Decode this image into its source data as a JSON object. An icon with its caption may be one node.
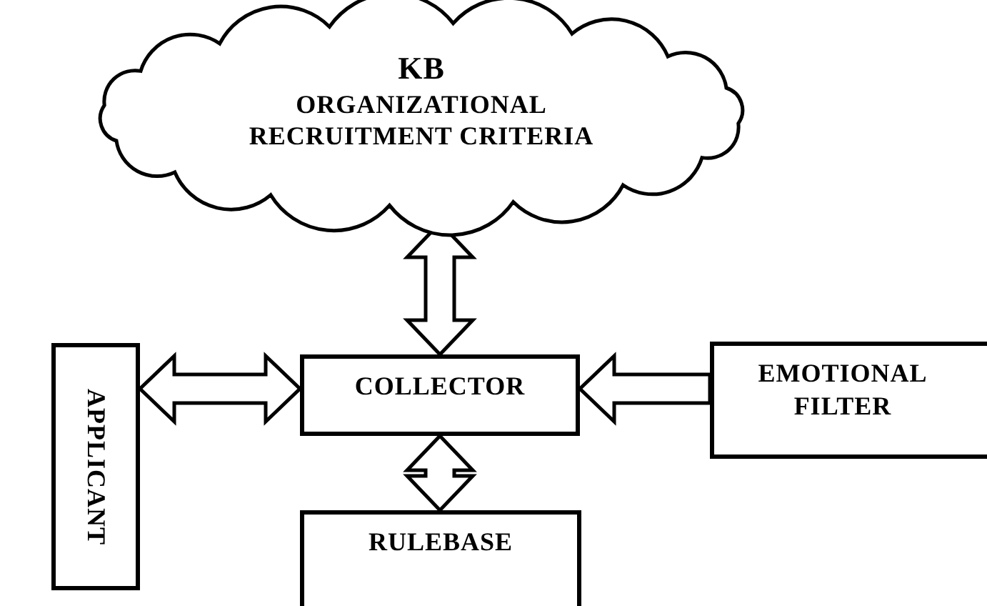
{
  "diagram": {
    "nodes": [
      {
        "text": [
          "KB",
          "ORGANIZATIONAL RECRUITMENT CRITERIA"
        ]
      },
      {
        "text": [
          "APPLICANT"
        ]
      },
      {
        "text": [
          "COLLECTOR"
        ]
      },
      {
        "text": [
          "EMOTIONAL FILTER"
        ]
      },
      {
        "text": [
          "RULEBASE"
        ]
      }
    ],
    "edges": [
      {
        "from": 2,
        "to": 0,
        "arrow": "both"
      },
      {
        "from": 1,
        "to": 2,
        "arrow": "both"
      },
      {
        "from": 3,
        "to": 2,
        "arrow": "to"
      },
      {
        "from": 2,
        "to": 4,
        "arrow": "both"
      }
    ]
  }
}
